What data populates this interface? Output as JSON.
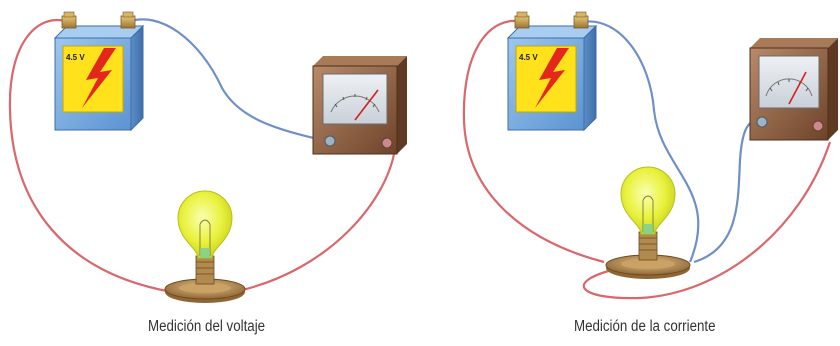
{
  "left_panel": {
    "battery_label": "4.5 V",
    "caption": "Medición del voltaje"
  },
  "right_panel": {
    "battery_label": "4.5 V",
    "caption": "Medición de la corriente"
  },
  "colors": {
    "red_wire": "#d9676b",
    "blue_wire": "#6f8fc8",
    "battery_body": "#6fa6df",
    "label_yellow": "#ffe11c",
    "bolt_red": "#e4271c",
    "meter_case": "#8b5a3c",
    "bulb_glass": "#e8f03a",
    "base_gold": "#b08a4e"
  }
}
